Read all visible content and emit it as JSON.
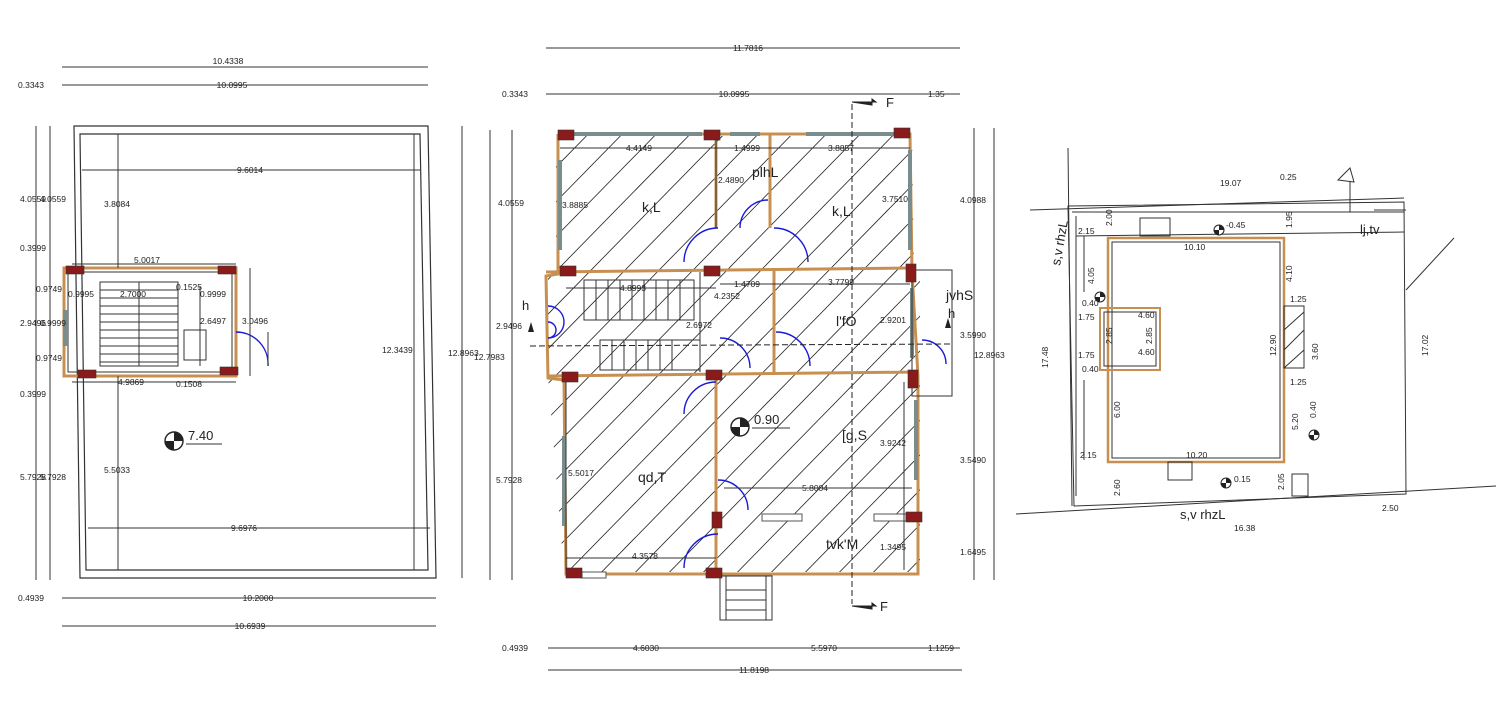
{
  "left_plan": {
    "dims": [
      {
        "text": "10.4338"
      },
      {
        "text": "0.3343"
      },
      {
        "text": "10.0995"
      },
      {
        "text": "9.6014"
      },
      {
        "text": "3.8084"
      },
      {
        "text": "5.0017"
      },
      {
        "text": "0.9995"
      },
      {
        "text": "2.7000"
      },
      {
        "text": "0.1525"
      },
      {
        "text": "0.9999"
      },
      {
        "text": "2.6497"
      },
      {
        "text": "3.0496"
      },
      {
        "text": "4.9869"
      },
      {
        "text": "0.1508"
      },
      {
        "text": "5.5033"
      },
      {
        "text": "12.3439"
      },
      {
        "text": "9.6976"
      },
      {
        "text": "0.4939"
      },
      {
        "text": "10.2000"
      },
      {
        "text": "10.6939"
      },
      {
        "text": "4.0559"
      },
      {
        "text": "4.0559"
      },
      {
        "text": "0.3999"
      },
      {
        "text": "0.9749"
      },
      {
        "text": "2.9496"
      },
      {
        "text": "0.9999"
      },
      {
        "text": "0.9749"
      },
      {
        "text": "0.3999"
      },
      {
        "text": "5.7928"
      },
      {
        "text": "5.7928"
      },
      {
        "text": "12.8963"
      },
      {
        "text": "12.7983"
      }
    ],
    "level": "7.40"
  },
  "center_plan": {
    "dims": [
      {
        "text": "11.7816"
      },
      {
        "text": "0.3343"
      },
      {
        "text": "10.0995"
      },
      {
        "text": "1.35"
      },
      {
        "text": "4.4149"
      },
      {
        "text": "1.4999"
      },
      {
        "text": "3.8857"
      },
      {
        "text": "2.4890"
      },
      {
        "text": "3.8885"
      },
      {
        "text": "3.7510"
      },
      {
        "text": "4.0559"
      },
      {
        "text": "4.0988"
      },
      {
        "text": "4.8993"
      },
      {
        "text": "1.4709"
      },
      {
        "text": "3.7799"
      },
      {
        "text": "4.2352"
      },
      {
        "text": "2.9496"
      },
      {
        "text": "2.6972"
      },
      {
        "text": "2.9201"
      },
      {
        "text": "3.5990"
      },
      {
        "text": "12.8963"
      },
      {
        "text": "5.7928"
      },
      {
        "text": "5.5017"
      },
      {
        "text": "3.9242"
      },
      {
        "text": "3.5490"
      },
      {
        "text": "5.8004"
      },
      {
        "text": "4.3578"
      },
      {
        "text": "1.3495"
      },
      {
        "text": "1.6495"
      },
      {
        "text": "0.4939"
      },
      {
        "text": "4.6030"
      },
      {
        "text": "5.5970"
      },
      {
        "text": "1.1259"
      },
      {
        "text": "11.8198"
      }
    ],
    "rooms": [
      {
        "text": "k,L"
      },
      {
        "text": "plhL"
      },
      {
        "text": "k,L"
      },
      {
        "text": "l'fO"
      },
      {
        "text": "jvhS"
      },
      {
        "text": "[g,S"
      },
      {
        "text": "qd,T"
      },
      {
        "text": "tvk'M"
      }
    ],
    "level": "0.90",
    "section_marks": [
      {
        "text": "F"
      },
      {
        "text": "F"
      },
      {
        "text": "h"
      },
      {
        "text": "h"
      }
    ]
  },
  "site_plan": {
    "labels": [
      {
        "text": "s,v rhzL"
      },
      {
        "text": "lj,tv"
      },
      {
        "text": "s,v rhzL"
      }
    ],
    "dims": [
      {
        "text": "19.07"
      },
      {
        "text": "0.25"
      },
      {
        "text": "2.00"
      },
      {
        "text": "1.95"
      },
      {
        "text": "2.15"
      },
      {
        "text": "10.10"
      },
      {
        "text": "4.05"
      },
      {
        "text": "4.10"
      },
      {
        "text": "0.40"
      },
      {
        "text": "1.25"
      },
      {
        "text": "1.75"
      },
      {
        "text": "4.60"
      },
      {
        "text": "2.85"
      },
      {
        "text": "2.85"
      },
      {
        "text": "4.60"
      },
      {
        "text": "12.90"
      },
      {
        "text": "3.60"
      },
      {
        "text": "17.02"
      },
      {
        "text": "17.48"
      },
      {
        "text": "1.75"
      },
      {
        "text": "0.40"
      },
      {
        "text": "1.25"
      },
      {
        "text": "6.00"
      },
      {
        "text": "5.20"
      },
      {
        "text": "2.15"
      },
      {
        "text": "10.20"
      },
      {
        "text": "2.60"
      },
      {
        "text": "2.05"
      },
      {
        "text": "16.38"
      },
      {
        "text": "2.50"
      }
    ],
    "levels": [
      {
        "text": "-0.45"
      },
      {
        "text": "0.15"
      },
      {
        "text": "0.40"
      }
    ]
  },
  "colors": {
    "column": "#8b1a1a",
    "wall_fill": "#e8b27a",
    "door_swing": "#1a1ad6",
    "window": "#7a8c8c"
  }
}
